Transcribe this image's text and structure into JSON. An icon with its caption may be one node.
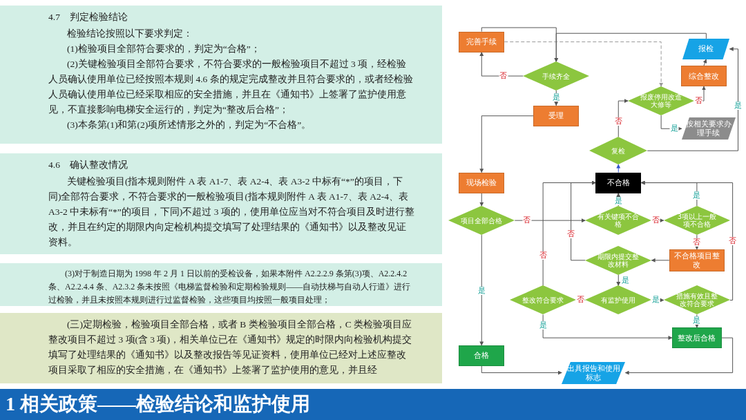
{
  "diagram": {
    "title": "1 相关政策——检验结论和监护使用",
    "nodes": [
      {
        "text": [
          "4.7　判定检验结论",
          "检验结论按照以下要求判定：",
          "(1)检验项目全部符合要求的，判定为“合格”；",
          "(2)关键检验项目全部符合要求，不符合要求的一般检验项目不超过 3 项，经检验人员确认使用单位已经按照本规则 4.6 条的规定完成整改并且符合要求的，或者经检验人员确认使用单位已经采取相应的安全措施，并且在《通知书》上签署了监护使用意见，不直接影响电梯安全运行的，判定为“整改后合格”；",
          "(3)本条第(1)和第(2)项所述情形之外的，判定为“不合格”。"
        ]
      },
      {
        "text": [
          "4.6　确认整改情况",
          "关键检验项目(指本规则附件 A 表 A1-7、表 A2-4、表 A3-2 中标有“*”的项目，下同)全部符合要求，不符合要求的一般检验项目(指本规则附件 A 表 A1-7、表 A2-4、表 A3-2 中未标有“*”的项目，下同)不超过 3 项的，使用单位应当对不符合项目及时进行整改，并且在约定的期限内向定检机构提交填写了处理结果的《通知书》以及整改见证资料。"
        ]
      },
      {
        "text": [
          "(3)对于制造日期为 1998 年 2 月 1 日以前的受检设备，如果本附件 A2.2.2.9 条第(3)项、A2.2.4.2 条、A2.2.4.4 条、A2.3.2 条未按照《电梯监督检验和定期检验规则——自动扶梯与自动人行道》进行过检验，并且未按照本规则进行过监督检验，这些项目均按照一般项目处理；"
        ]
      },
      {
        "text": [
          "(三)定期检验，检验项目全部合格，或者 B 类检验项目全部合格，C 类检验项目应整改项目不超过 3 项(含 3 项)，相关单位已在《通知书》规定的时限内向检验机构提交填写了处理结果的《通知书》以及整改报告等见证资料，使用单位已经对上述应整改项目采取了相应的安全措施，在《通知书》上签署了监护使用的意见，并且经"
        ]
      },
      {
        "text": [
          "完善手续"
        ]
      },
      {
        "text": [
          "手续齐全"
        ]
      },
      {
        "text": [
          "受理"
        ]
      },
      {
        "text": [
          "报检"
        ]
      },
      {
        "text": [
          "综合整改"
        ]
      },
      {
        "text": [
          "报废停用改造大修等"
        ]
      },
      {
        "text": [
          "按相关要求办理手续"
        ]
      },
      {
        "text": [
          "复检"
        ]
      },
      {
        "text": [
          "现场检验"
        ]
      },
      {
        "text": [
          "不合格"
        ]
      },
      {
        "text": [
          "项目全部合格"
        ]
      },
      {
        "text": [
          "有关键项不合格"
        ]
      },
      {
        "text": [
          "3项以上一般项不合格"
        ]
      },
      {
        "text": [
          "不合格项目整改"
        ]
      },
      {
        "text": [
          "期限内提交整改材料"
        ]
      },
      {
        "text": [
          "整改符合要求"
        ]
      },
      {
        "text": [
          "有监护使用"
        ]
      },
      {
        "text": [
          "措施有效且整改符合要求"
        ]
      },
      {
        "text": [
          "合格"
        ]
      },
      {
        "text": [
          "整改后合格"
        ]
      },
      {
        "text": [
          "出具报告和使用标志"
        ]
      }
    ],
    "edges": [
      {
        "from": 4,
        "to": 5,
        "arrow": "to"
      },
      {
        "from": 5,
        "to": 4,
        "arrow": "to",
        "label": "否"
      },
      {
        "from": 5,
        "to": 6,
        "arrow": "to",
        "label": "是"
      },
      {
        "from": 4,
        "to": 9,
        "arrow": "to",
        "style": "dashed",
        "color": "#999999"
      },
      {
        "from": 6,
        "to": 12,
        "arrow": "to"
      },
      {
        "from": 11,
        "to": 9,
        "arrow": "to",
        "label": "否"
      },
      {
        "from": 9,
        "to": 8,
        "arrow": "to",
        "label": "否"
      },
      {
        "from": 8,
        "to": 7,
        "arrow": "to"
      },
      {
        "from": 9,
        "to": 10,
        "arrow": "to",
        "label": "是"
      },
      {
        "from": 11,
        "to": 7,
        "arrow": "to",
        "label": "是"
      },
      {
        "from": 7,
        "to": 5,
        "arrow": "to"
      },
      {
        "from": 13,
        "to": 11,
        "arrow": "to",
        "color": "#3355cc"
      },
      {
        "from": 12,
        "to": 14,
        "arrow": "to"
      },
      {
        "from": 14,
        "to": 15,
        "arrow": "to",
        "label": "否"
      },
      {
        "from": 14,
        "to": 22,
        "arrow": "to",
        "label": "是"
      },
      {
        "from": 15,
        "to": 13,
        "arrow": "to",
        "label": "是"
      },
      {
        "from": 15,
        "to": 16,
        "arrow": "to",
        "label": "否"
      },
      {
        "from": 16,
        "to": 13,
        "arrow": "to",
        "label": "是"
      },
      {
        "from": 16,
        "to": 17,
        "arrow": "to",
        "label": "否"
      },
      {
        "from": 17,
        "to": 18,
        "arrow": "to"
      },
      {
        "from": 18,
        "to": 13,
        "arrow": "to",
        "label": "否"
      },
      {
        "from": 18,
        "to": 20,
        "arrow": "to",
        "label": "是"
      },
      {
        "from": 19,
        "to": 13,
        "arrow": "to",
        "label": "否"
      },
      {
        "from": 20,
        "to": 19,
        "arrow": "to",
        "label": "否"
      },
      {
        "from": 20,
        "to": 21,
        "arrow": "to",
        "label": "是"
      },
      {
        "from": 21,
        "to": 13,
        "arrow": "to",
        "label": "否"
      },
      {
        "from": 21,
        "to": 23,
        "arrow": "to",
        "label": "是"
      },
      {
        "from": 19,
        "to": 23,
        "arrow": "to",
        "label": "是"
      },
      {
        "from": 22,
        "to": 24,
        "arrow": "to"
      },
      {
        "from": 23,
        "to": 24,
        "arrow": "to"
      }
    ]
  }
}
